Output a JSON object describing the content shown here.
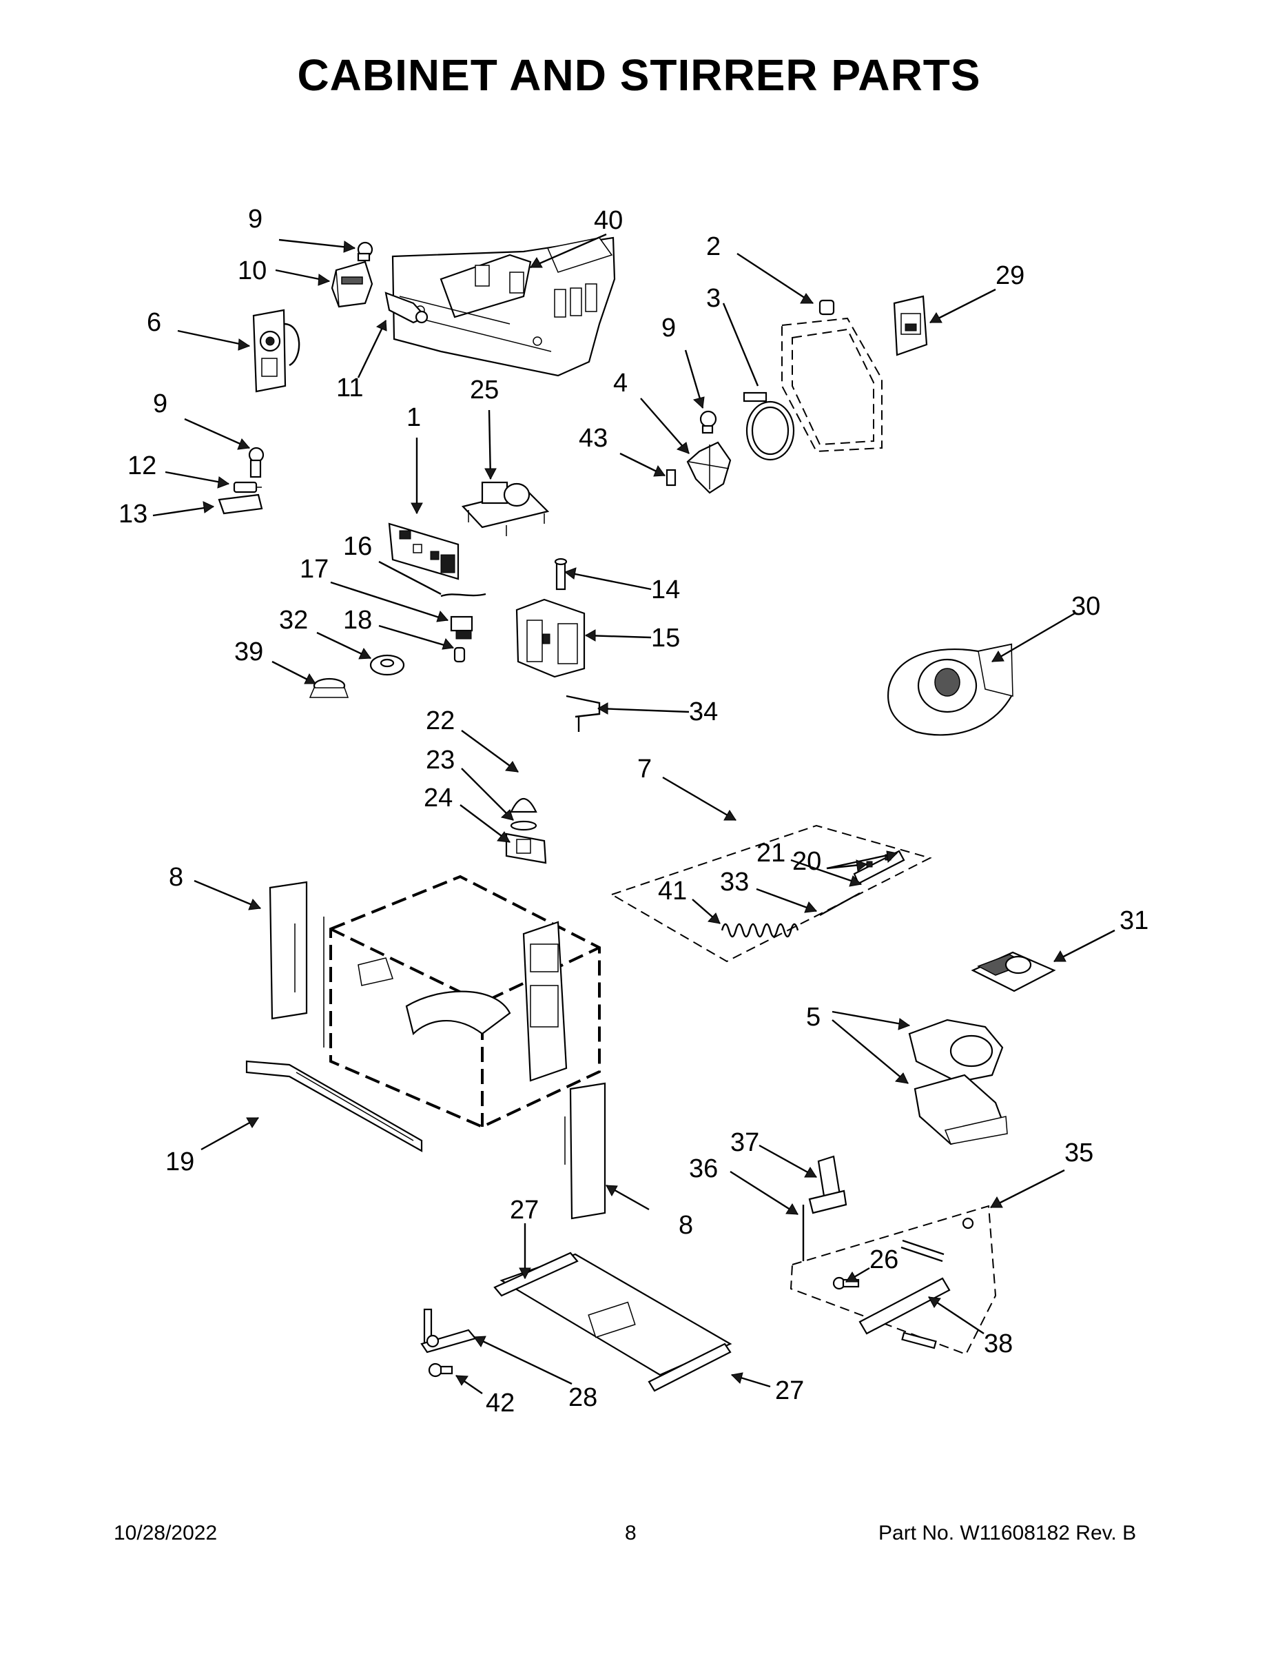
{
  "title": "CABINET AND STIRRER PARTS",
  "callouts": [
    "1",
    "2",
    "3",
    "4",
    "5",
    "6",
    "7",
    "8",
    "9",
    "10",
    "11",
    "12",
    "13",
    "14",
    "15",
    "16",
    "17",
    "18",
    "19",
    "20",
    "21",
    "22",
    "23",
    "24",
    "25",
    "26",
    "27",
    "28",
    "29",
    "30",
    "31",
    "32",
    "33",
    "34",
    "35",
    "36",
    "37",
    "38",
    "39",
    "40",
    "41",
    "42",
    "43"
  ],
  "footer": {
    "date": "10/28/2022",
    "page": "8",
    "part_no": "Part No.  W11608182  Rev.  B"
  }
}
